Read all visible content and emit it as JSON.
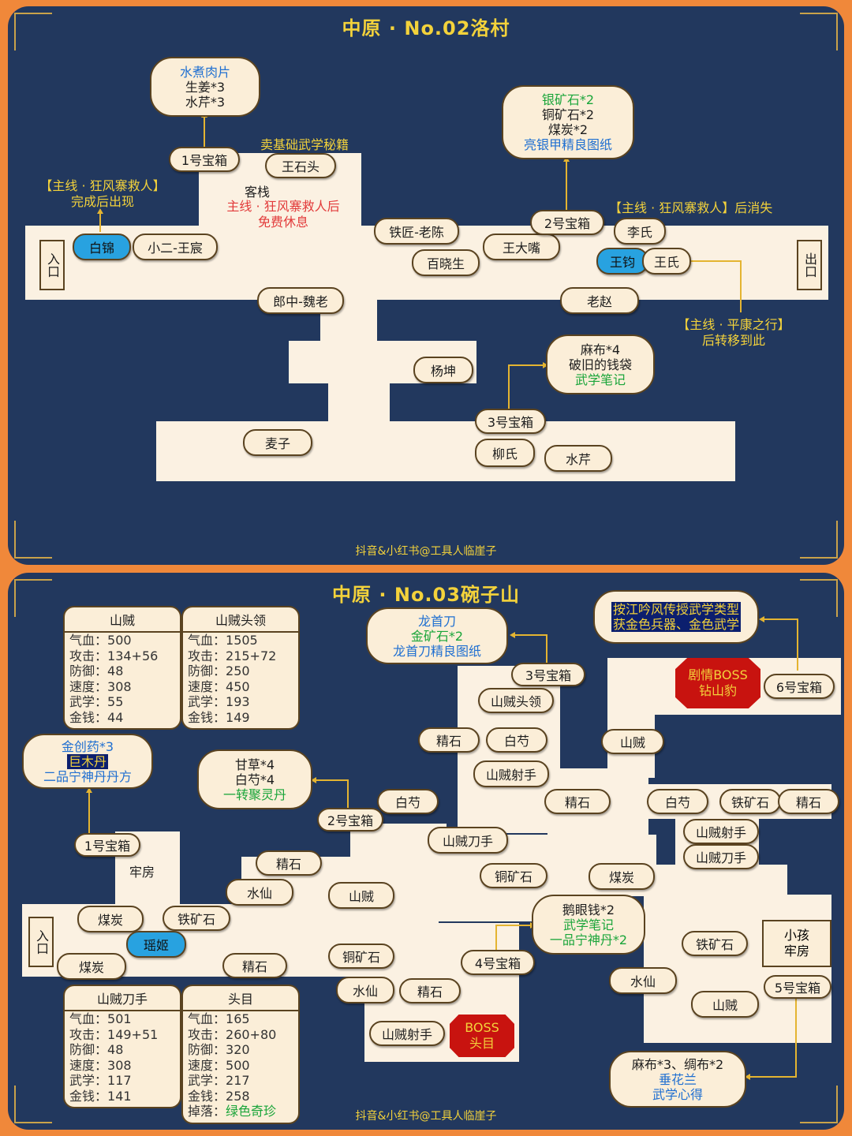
{
  "map1": {
    "title": "中原 · No.02洛村",
    "credit": "抖音&小红书@工具人临崖子",
    "entrance": "入口",
    "exit": "出口",
    "chest1_label": "1号宝箱",
    "chest1_items": [
      "水煮肉片",
      "生姜*3",
      "水芹*3"
    ],
    "chest2_label": "2号宝箱",
    "chest2_items": [
      "银矿石*2",
      "铜矿石*2",
      "煤炭*2",
      "亮银甲精良图纸"
    ],
    "chest3_label": "3号宝箱",
    "chest3_items": [
      "麻布*4",
      "破旧的钱袋",
      "武学笔记"
    ],
    "note_sell": "卖基础武学秘籍",
    "inn": "客栈",
    "inn_note": [
      "主线 · 狂风寨救人后",
      "免费休息"
    ],
    "note_left": [
      "【主线 · 狂风寨救人】",
      "完成后出现"
    ],
    "note_right": "【主线 · 狂风寨救人】后消失",
    "note_bottom_right": [
      "【主线 · 平康之行】",
      "后转移到此"
    ],
    "npcs": {
      "wangshitou": "王石头",
      "baijin": "白锦",
      "xiaoer": "小二-王宸",
      "tiejiang": "铁匠-老陈",
      "baixiaosheng": "百晓生",
      "wangdazui": "王大嘴",
      "lishi": "李氏",
      "wangjun": "王钧",
      "wangshi": "王氏",
      "langzhong": "郎中-魏老",
      "laozhao": "老赵",
      "yangkun": "杨坤",
      "maizi": "麦子",
      "liushi": "柳氏",
      "shuiqin": "水芹"
    }
  },
  "map2": {
    "title": "中原 · No.03碗子山",
    "credit": "抖音&小红书@工具人临崖子",
    "entrance": "入口",
    "stat_labels": [
      "气血：",
      "攻击：",
      "防御：",
      "速度：",
      "武学：",
      "金钱："
    ],
    "drop_label": "掉落：",
    "cards": {
      "shanzei": {
        "name": "山贼",
        "values": [
          "500",
          "134+56",
          "48",
          "308",
          "55",
          "44"
        ]
      },
      "shanzeitouling": {
        "name": "山贼头领",
        "values": [
          "1505",
          "215+72",
          "250",
          "450",
          "193",
          "149"
        ]
      },
      "shanzeidaoshou": {
        "name": "山贼刀手",
        "values": [
          "501",
          "149+51",
          "48",
          "308",
          "117",
          "141"
        ]
      },
      "toumu": {
        "name": "头目",
        "values": [
          "165",
          "260+80",
          "320",
          "500",
          "217",
          "258"
        ],
        "drop": "绿色奇珍"
      }
    },
    "chest1_label": "1号宝箱",
    "chest1_items": [
      "金创药*3",
      "巨木丹",
      "二品宁神丹丹方"
    ],
    "chest2_label": "2号宝箱",
    "chest2_items": [
      "甘草*4",
      "白芍*4",
      "一转聚灵丹"
    ],
    "chest3_label": "3号宝箱",
    "chest3_items": [
      "龙首刀",
      "金矿石*2",
      "龙首刀精良图纸"
    ],
    "chest4_label": "4号宝箱",
    "chest4_items": [
      "鹅眼钱*2",
      "武学笔记",
      "一品宁神丹*2"
    ],
    "chest5_label": "5号宝箱",
    "chest5_items": [
      "麻布*3、绸布*2",
      "垂花兰",
      "武学心得"
    ],
    "chest6_label": "6号宝箱",
    "chest6_items": [
      "按江吟风传授武学类型",
      "获金色兵器、金色武学"
    ],
    "boss_story": [
      "剧情BOSS",
      "钻山豹"
    ],
    "boss_head": [
      "BOSS",
      "头目"
    ],
    "prison": "牢房",
    "kid_prison": [
      "小孩",
      "牢房"
    ],
    "labels": {
      "shanzeitouling": "山贼头领",
      "jingshi1": "精石",
      "baishao1": "白芍",
      "shanzeisheshou1": "山贼射手",
      "shanzei1": "山贼",
      "baishao2": "白芍",
      "jingshi2": "精石",
      "baishao3": "白芍",
      "tiekuang1": "铁矿石",
      "jingshi3": "精石",
      "shanzeisheshou2": "山贼射手",
      "shanzeidaoshou1": "山贼刀手",
      "shanzeidaoshou2": "山贼刀手",
      "jingshi4": "精石",
      "shuixian1": "水仙",
      "shanzei2": "山贼",
      "tongkuang1": "铜矿石",
      "meitan1": "煤炭",
      "meitan2": "煤炭",
      "tiekuang2": "铁矿石",
      "yaoji": "瑶姬",
      "meitan3": "煤炭",
      "jingshi5": "精石",
      "tongkuang2": "铜矿石",
      "shuixian2": "水仙",
      "jingshi6": "精石",
      "shanzeisheshou3": "山贼射手",
      "tiekuang3": "铁矿石",
      "shuixian3": "水仙",
      "shanzei3": "山贼"
    }
  }
}
